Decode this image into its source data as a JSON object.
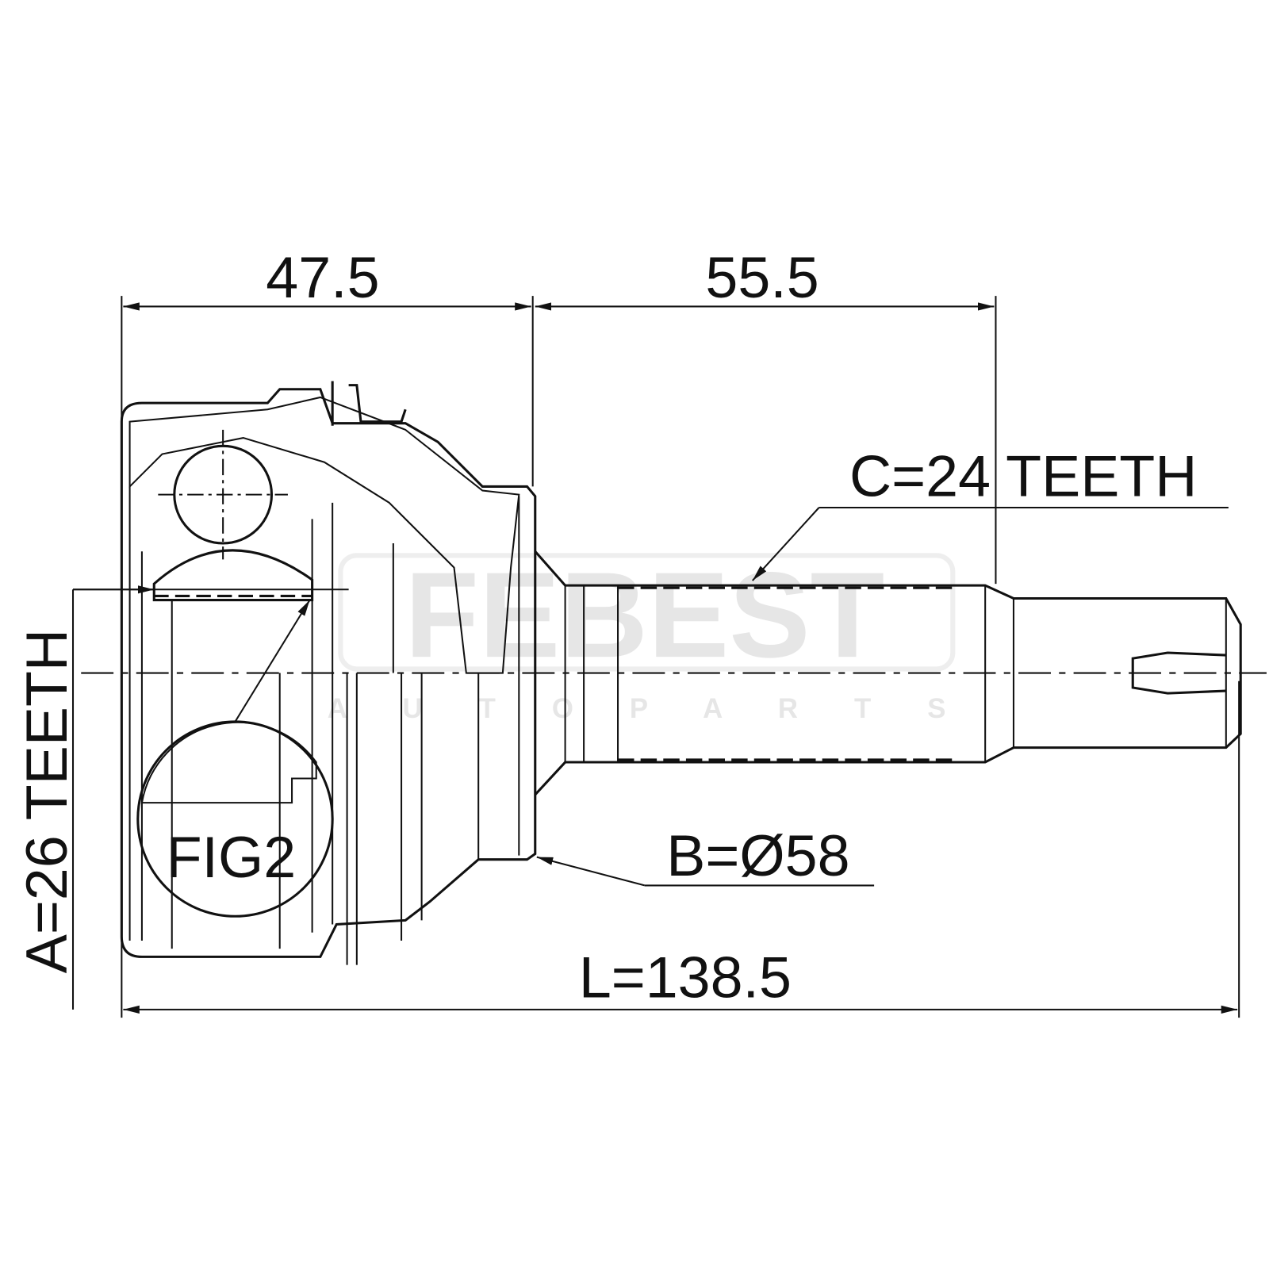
{
  "watermark": {
    "brand": "FEBEST",
    "tagline": "A U T O   P A R T S"
  },
  "dimensions": {
    "housing_length": "47.5",
    "shaft_length": "55.5",
    "outer_spline": "C=24 TEETH",
    "seal_diameter": "B=Ø58",
    "total_length": "L=138.5",
    "inner_spline": "A=26 TEETH"
  },
  "detail_label": "FIG2",
  "colors": {
    "line": "#111111",
    "watermark": "#e6e6e6"
  }
}
